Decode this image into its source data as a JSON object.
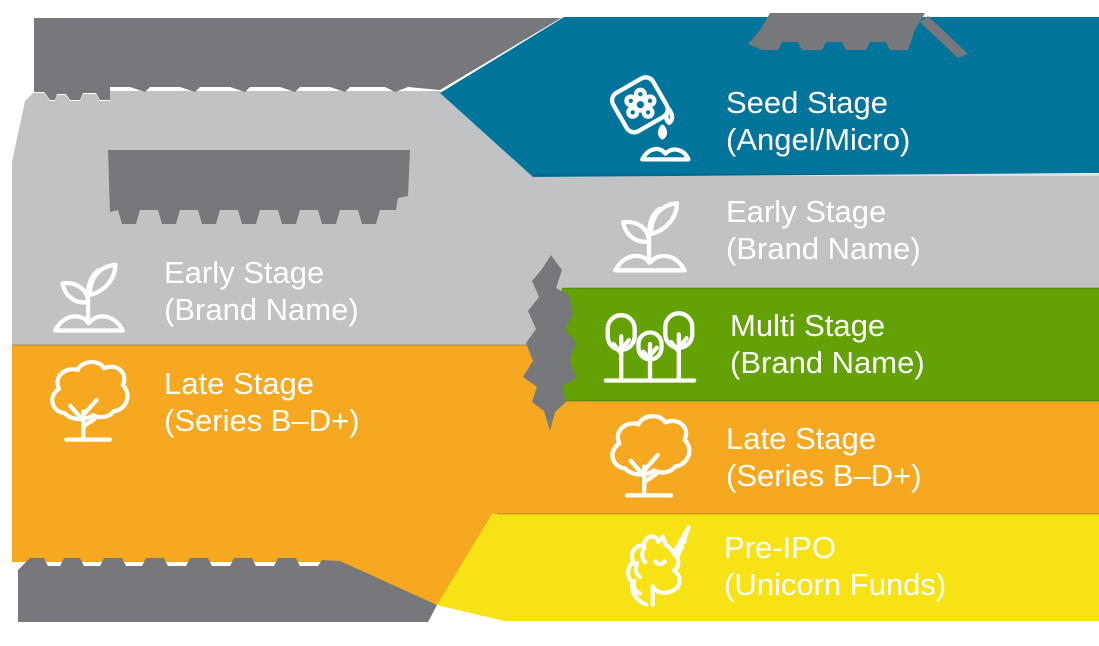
{
  "diagram": {
    "left_group": {
      "stages": [
        {
          "title": "Early Stage",
          "subtitle": "(Brand Name)",
          "icon": "sprout-icon",
          "band_color": "#C1C2C4"
        },
        {
          "title": "Late Stage",
          "subtitle": "(Series B–D+)",
          "icon": "tree-icon",
          "band_color": "#F6A820"
        }
      ]
    },
    "right_group": {
      "stages": [
        {
          "title": "Seed Stage",
          "subtitle": "(Angel/Micro)",
          "icon": "seed-packet-icon",
          "band_color": "#00749B"
        },
        {
          "title": "Early Stage",
          "subtitle": "(Brand Name)",
          "icon": "sprout-icon",
          "band_color": "#C1C2C4"
        },
        {
          "title": "Multi Stage",
          "subtitle": "(Brand Name)",
          "icon": "trees-icon",
          "band_color": "#63A104"
        },
        {
          "title": "Late Stage",
          "subtitle": "(Series B–D+)",
          "icon": "tree-icon",
          "band_color": "#F6A820"
        },
        {
          "title": "Pre-IPO",
          "subtitle": "(Unicorn Funds)",
          "icon": "unicorn-icon",
          "band_color": "#F6E215"
        }
      ]
    }
  },
  "colors": {
    "teal": "#00749B",
    "gray_band": "#C1C2C4",
    "green": "#63A104",
    "orange": "#F6A820",
    "yellow": "#F6E215",
    "dark_gray": "#77787B",
    "text": "#FFFFFF"
  }
}
